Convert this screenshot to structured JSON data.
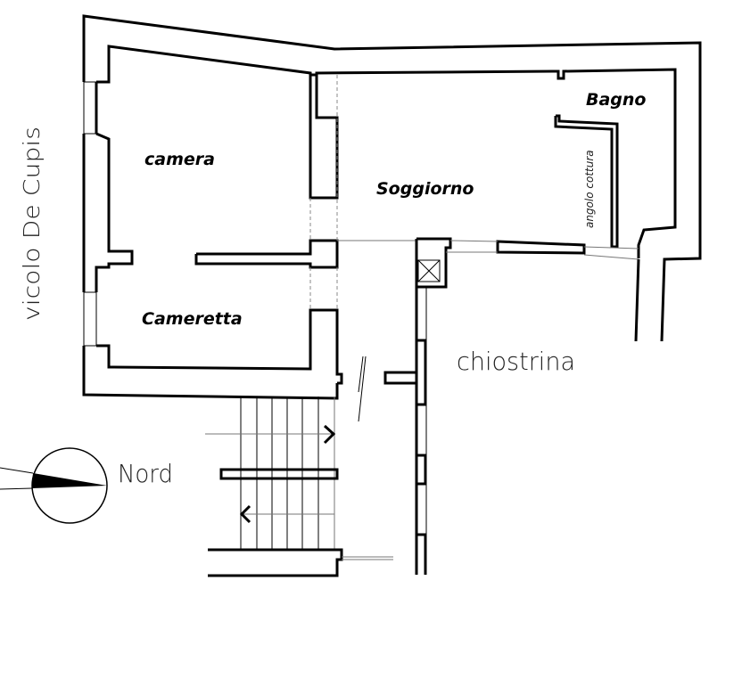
{
  "rooms": {
    "camera": "camera",
    "cameretta": "Cameretta",
    "soggiorno": "Soggiorno",
    "bagno": "Bagno",
    "angolo_cottura": "angolo cottura"
  },
  "labels": {
    "street": "vicolo De Cupis",
    "courtyard": "chiostrina",
    "north": "Nord"
  }
}
